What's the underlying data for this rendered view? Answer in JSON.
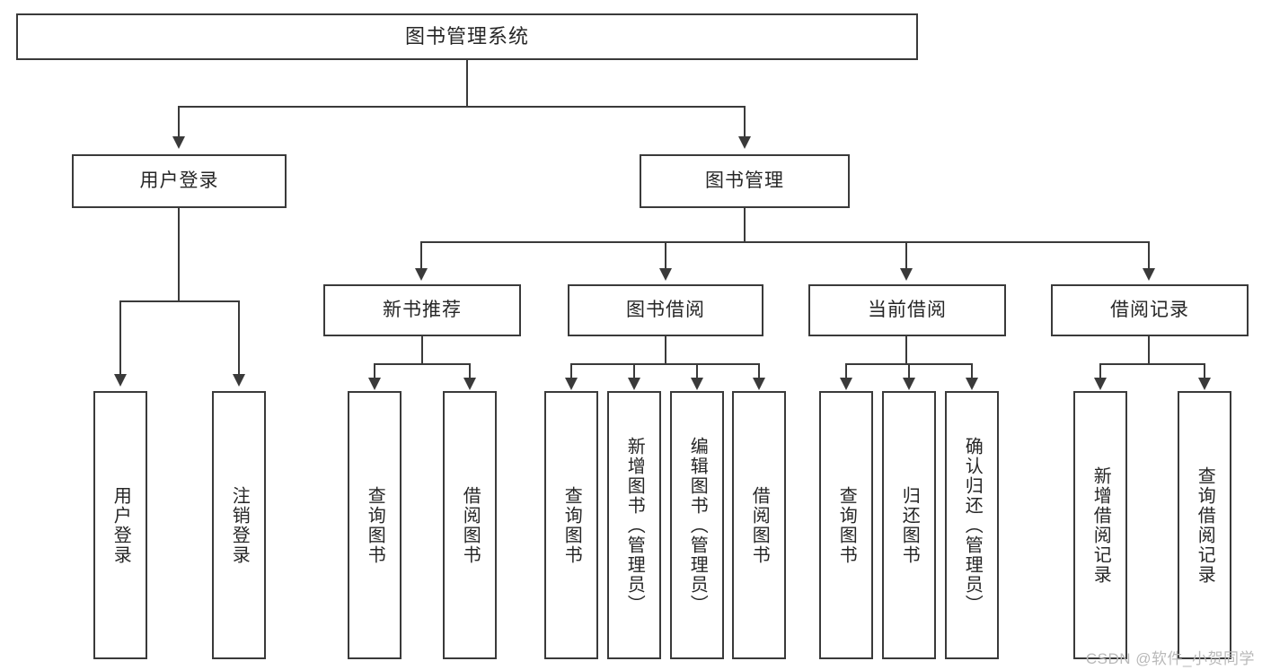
{
  "diagram": {
    "title": "图书管理系统",
    "type": "tree",
    "watermark": "CSDN @软件_小贺同学",
    "colors": {
      "border": "#3a3a3a",
      "text": "#262626",
      "background": "#ffffff",
      "watermark": "#b9b9b9"
    },
    "levels": {
      "root": {
        "label": "图书管理系统"
      },
      "level2": [
        {
          "label": "用户登录"
        },
        {
          "label": "图书管理"
        }
      ],
      "level3": [
        {
          "label": "新书推荐"
        },
        {
          "label": "图书借阅"
        },
        {
          "label": "当前借阅"
        },
        {
          "label": "借阅记录"
        }
      ],
      "leaves": {
        "user_login": [
          {
            "label": "用户登录"
          },
          {
            "label": "注销登录"
          }
        ],
        "new_book_recommend": [
          {
            "label": "查询图书"
          },
          {
            "label": "借阅图书"
          }
        ],
        "book_borrow": [
          {
            "label": "查询图书"
          },
          {
            "label": "新增图书（管理员）"
          },
          {
            "label": "编辑图书（管理员）"
          },
          {
            "label": "借阅图书"
          }
        ],
        "current_borrow": [
          {
            "label": "查询图书"
          },
          {
            "label": "归还图书"
          },
          {
            "label": "确认归还（管理员）"
          }
        ],
        "borrow_record": [
          {
            "label": "新增借阅记录"
          },
          {
            "label": "查询借阅记录"
          }
        ]
      }
    }
  }
}
